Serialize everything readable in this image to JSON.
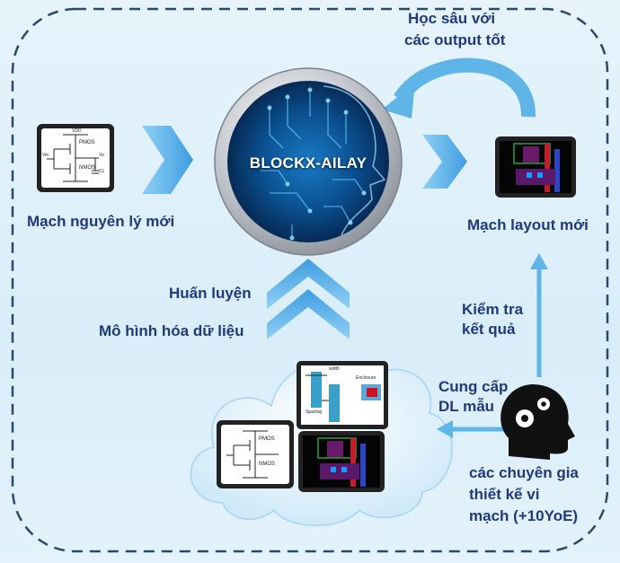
{
  "center_title": "BLOCKX-AILAY",
  "labels": {
    "deep_learning_line1": "Học sâu với",
    "deep_learning_line2": "các output tốt",
    "new_schematic": "Mạch nguyên lý mới",
    "new_layout": "Mạch layout mới",
    "training": "Huấn luyện",
    "data_modeling": "Mô hình hóa dữ liệu",
    "check_line1": "Kiểm tra",
    "check_line2": "kết quả",
    "provide_line1": "Cung cấp",
    "provide_line2": "DL mẫu",
    "experts_line1": "các chuyên gia",
    "experts_line2": "thiết kế vi",
    "experts_line3": "mạch (+10YoE)"
  },
  "schematic_text": {
    "pmos": "PMOS",
    "nmos": "NMOS",
    "vdd": "VDD",
    "vin": "Vin",
    "vout": "Vo",
    "cl": "CL"
  },
  "rule_text": {
    "width": "width",
    "enclosure": "Enclosure",
    "spacing": "Spacing"
  },
  "colors": {
    "label": "#1f3a7a",
    "arrow": "#5fb4e8",
    "head": "#111111"
  }
}
